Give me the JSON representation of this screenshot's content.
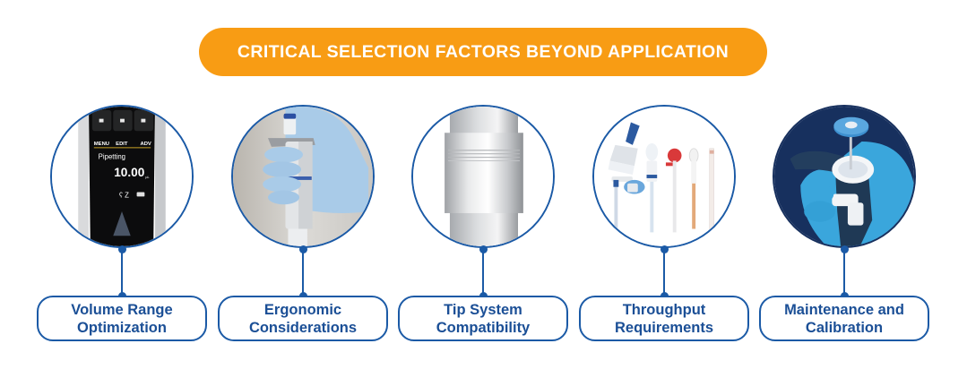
{
  "banner": {
    "title": "CRITICAL SELECTION FACTORS BEYOND APPLICATION",
    "background_color": "#F89C14",
    "text_color": "#FFFFFF"
  },
  "accent_color": "#1B5AA6",
  "factors": [
    {
      "label_line1": "Volume Range",
      "label_line2": "Optimization",
      "image": "electronic-pipette-display",
      "display": {
        "menu": "MENU",
        "edit": "EDIT",
        "adv": "ADV",
        "mode": "Pipetting",
        "volume": "10.00",
        "unit": "µL"
      }
    },
    {
      "label_line1": "Ergonomic",
      "label_line2": "Considerations",
      "image": "gloved-hand-holding-pipette"
    },
    {
      "label_line1": "Tip System",
      "label_line2": "Compatibility",
      "image": "pipette-tip-cone-closeup"
    },
    {
      "label_line1": "Throughput",
      "label_line2": "Requirements",
      "image": "assorted-pipettes-and-pipettors"
    },
    {
      "label_line1": "Maintenance and",
      "label_line2": "Calibration",
      "image": "gloved-hand-calibrating-pipette"
    }
  ]
}
